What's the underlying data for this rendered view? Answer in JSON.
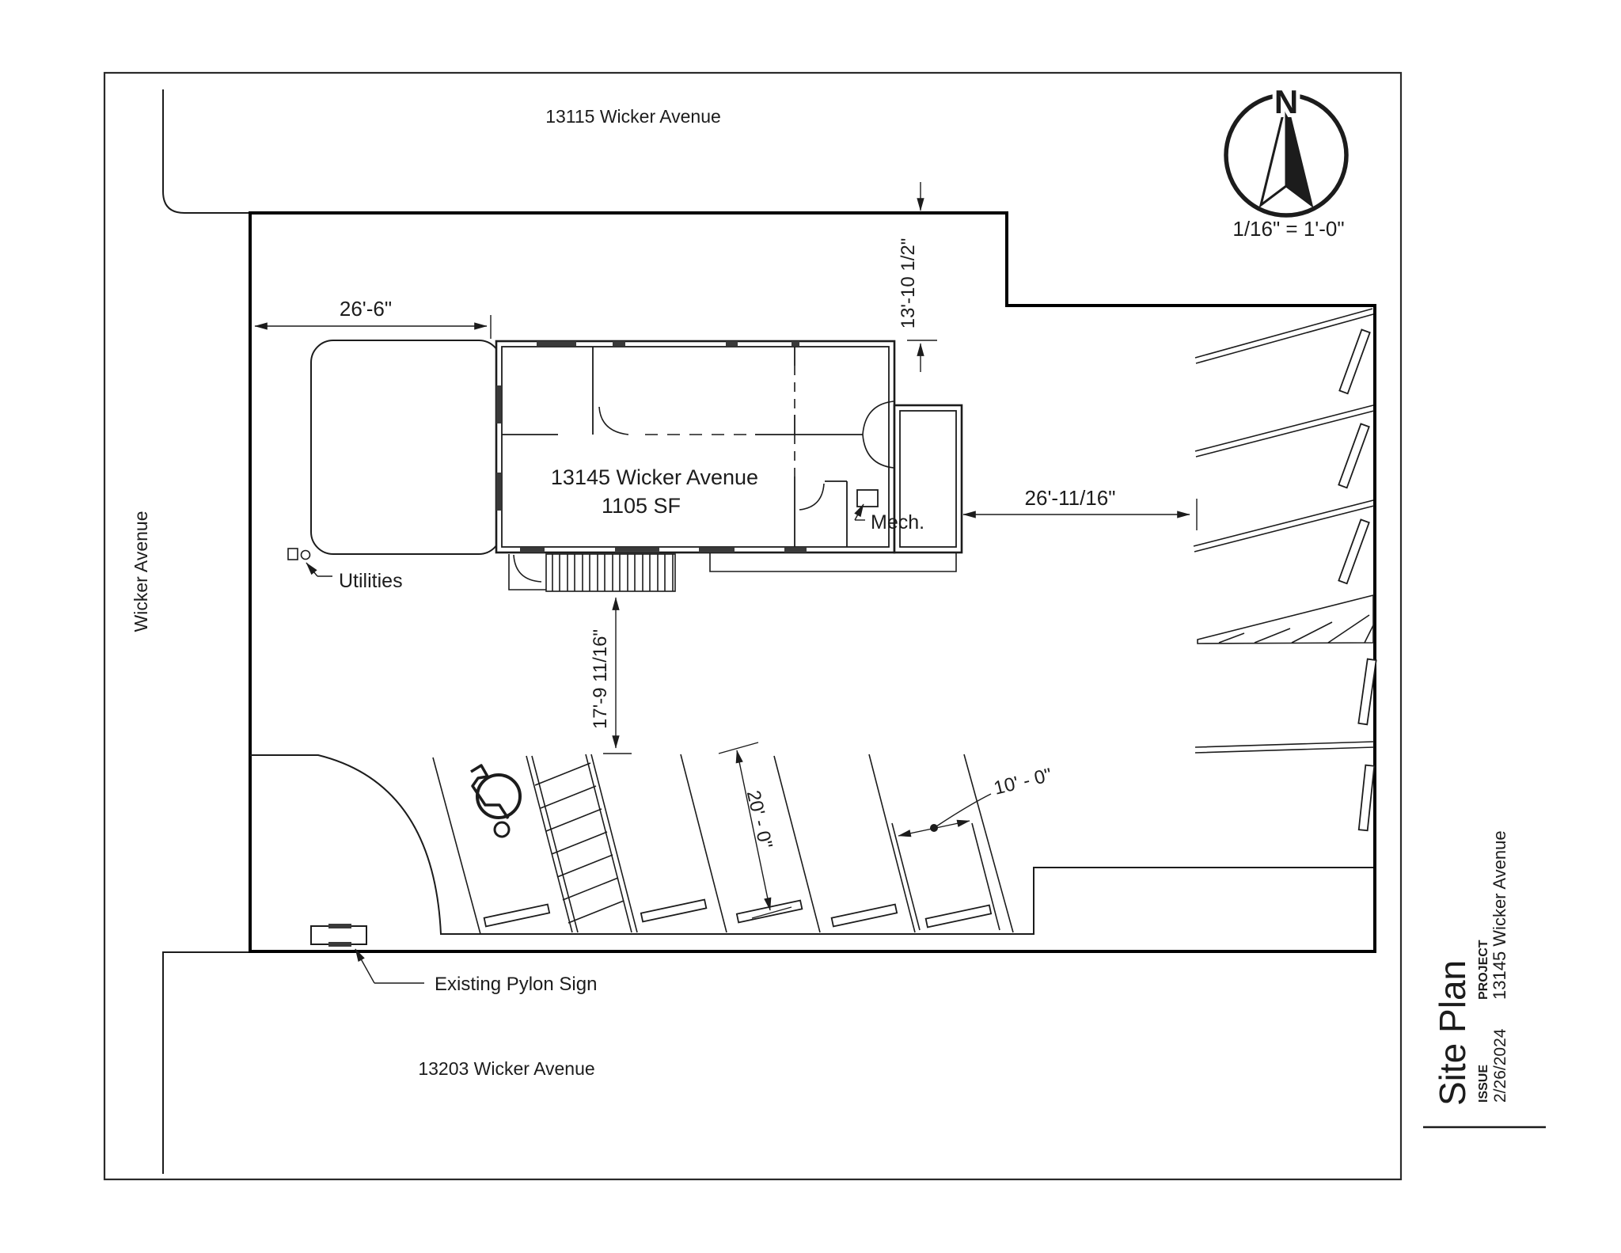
{
  "labels": {
    "north_neighbor": "13115 Wicker Avenue",
    "south_neighbor": "13203 Wicker Avenue",
    "street": "Wicker Avenue",
    "building_address": "13145 Wicker Avenue",
    "building_area": "1105 SF",
    "mech": "Mech.",
    "utilities": "Utilities",
    "pylon_sign": "Existing Pylon Sign"
  },
  "north_arrow": {
    "letter": "N",
    "scale": "1/16\" = 1'-0\""
  },
  "dimensions": {
    "canopy_width": "26'-6\"",
    "north_setback": "13'-10 1/2\"",
    "east_drive": "26'-11/16\"",
    "south_walk": "17'-9 11/16\"",
    "stall_depth": "20' - 0\"",
    "stall_width": "10' - 0\""
  },
  "title_block": {
    "title": "Site Plan",
    "issue_label": "ISSUE",
    "issue_date": "2/26/2024",
    "project_label": "PROJECT",
    "project_name": "13145 Wicker Avenue"
  }
}
